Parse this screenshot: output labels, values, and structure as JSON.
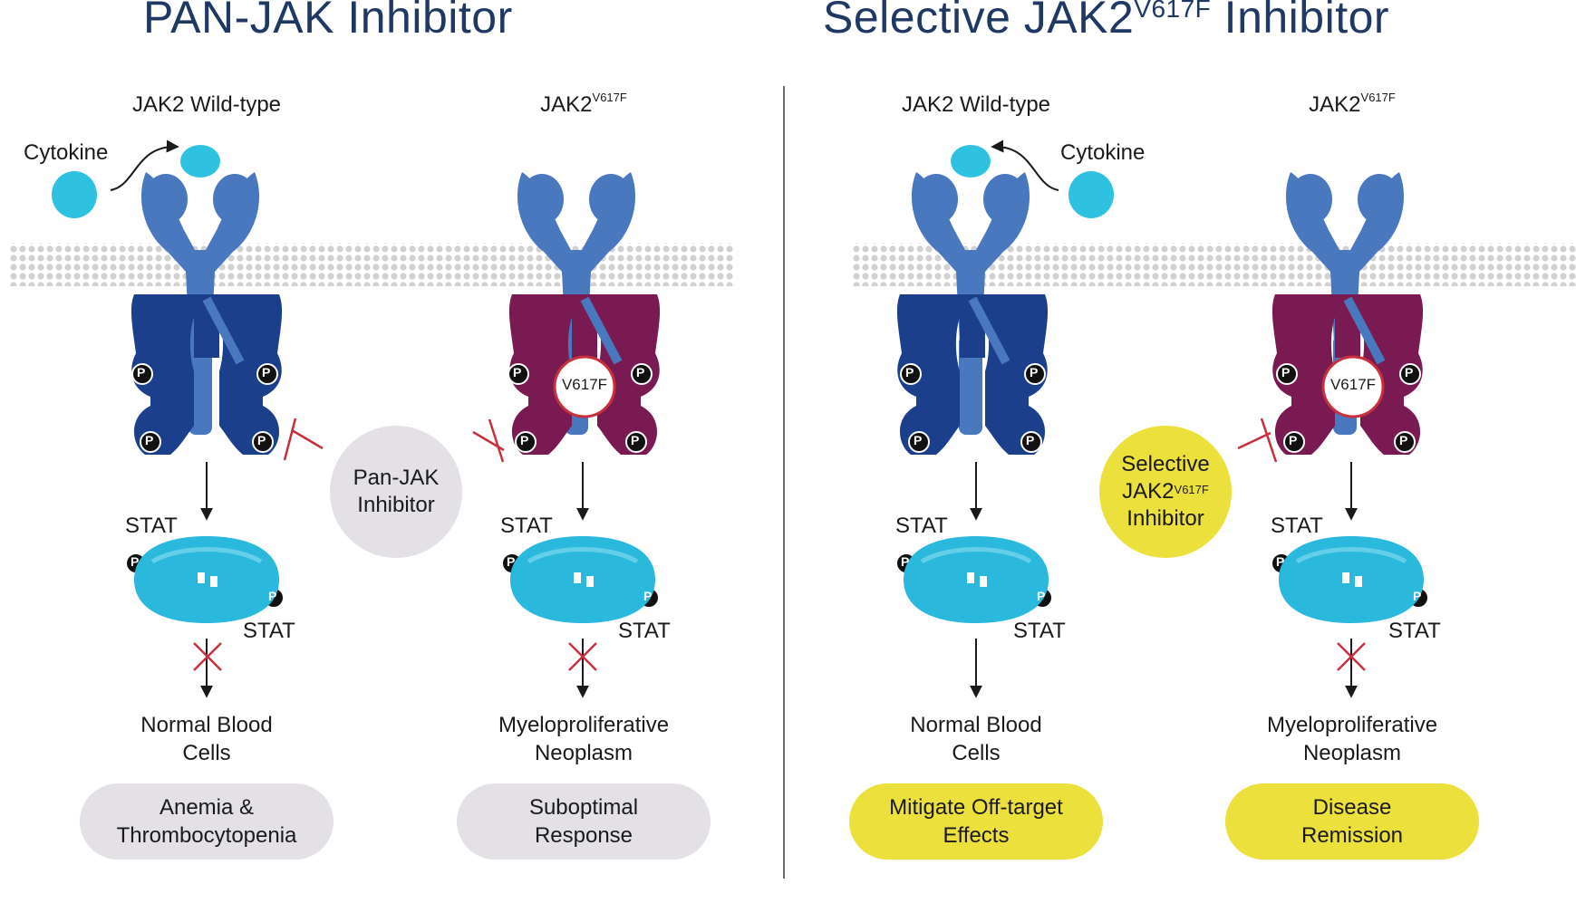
{
  "left_panel": {
    "title": "PAN-JAK Inhibitor",
    "wildtype_label": "JAK2 Wild-type",
    "mutant_label_base": "JAK2",
    "mutant_label_sup": "V617F",
    "cytokine_label": "Cytokine",
    "mutation_marker": "V617F",
    "inhibitor": {
      "line1": "Pan-JAK",
      "line2": "Inhibitor",
      "color": "#e3e0e6"
    },
    "stat_label": "STAT",
    "phospho_label": "P",
    "wildtype_outcome": {
      "line1": "Normal Blood",
      "line2": "Cells"
    },
    "mutant_outcome": {
      "line1": "Myeloproliferative",
      "line2": "Neoplasm"
    },
    "wildtype_effect": {
      "line1": "Anemia &",
      "line2": "Thrombocytopenia"
    },
    "mutant_effect": {
      "line1": "Suboptimal",
      "line2": "Response"
    }
  },
  "right_panel": {
    "title_base": "Selective JAK2",
    "title_sup": "V617F",
    "title_end": " Inhibitor",
    "wildtype_label": "JAK2 Wild-type",
    "mutant_label_base": "JAK2",
    "mutant_label_sup": "V617F",
    "cytokine_label": "Cytokine",
    "mutation_marker": "V617F",
    "inhibitor": {
      "line1": "Selective",
      "line2_base": "JAK2",
      "line2_sup": "V617F",
      "line3": "Inhibitor",
      "color": "#ece03c"
    },
    "stat_label": "STAT",
    "phospho_label": "P",
    "wildtype_outcome": {
      "line1": "Normal Blood",
      "line2": "Cells"
    },
    "mutant_outcome": {
      "line1": "Myeloproliferative",
      "line2": "Neoplasm"
    },
    "wildtype_effect": {
      "line1": "Mitigate Off-target",
      "line2": "Effects"
    },
    "mutant_effect": {
      "line1": "Disease",
      "line2": "Remission"
    }
  },
  "colors": {
    "title": "#1f3864",
    "receptor": "#4a78bf",
    "jak_wildtype": "#1c3f8c",
    "jak_mutant": "#7a1a52",
    "stat": "#2ab8dc",
    "cytokine": "#2ec2e0",
    "inhibition": "#c8303c",
    "membrane": "#d6d6d6"
  }
}
